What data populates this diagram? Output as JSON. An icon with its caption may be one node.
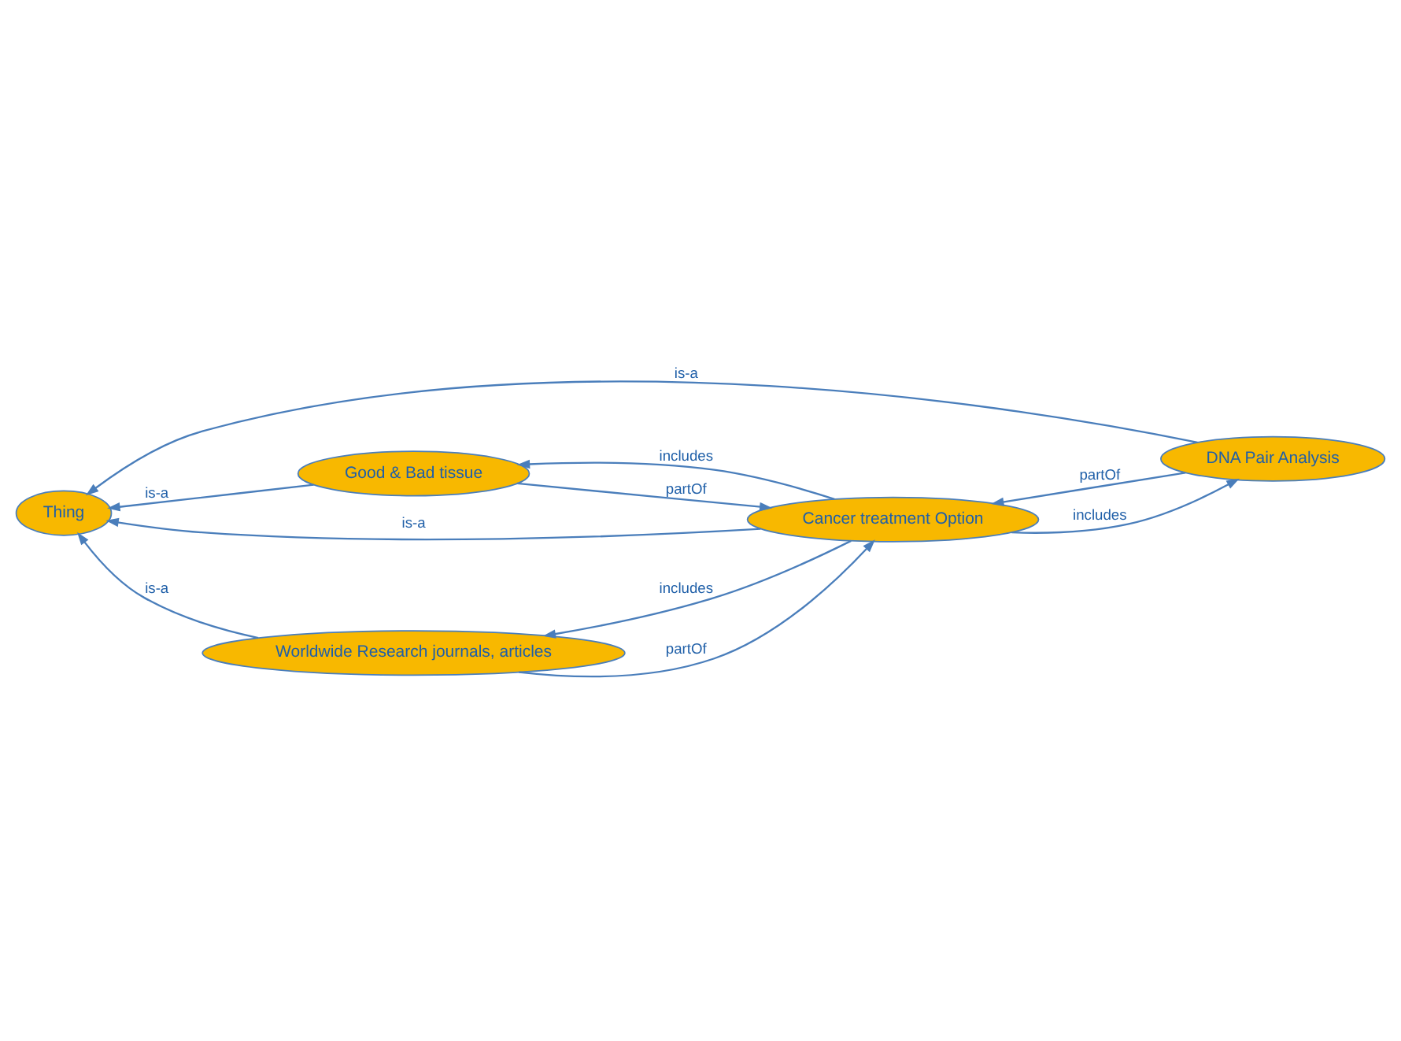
{
  "diagram": {
    "nodes": [
      {
        "text": [
          "DNA Pair Analysis"
        ]
      },
      {
        "text": [
          "Good & Bad tissue"
        ]
      },
      {
        "text": [
          "Thing"
        ]
      },
      {
        "text": [
          "Cancer treatment Option"
        ]
      },
      {
        "text": [
          "Worldwide Research journals, articles"
        ]
      }
    ],
    "edges": [
      {
        "from": 0,
        "to": 2,
        "arrow": "to",
        "label": "is-a"
      },
      {
        "from": 1,
        "to": 2,
        "arrow": "to",
        "label": "is-a"
      },
      {
        "from": 3,
        "to": 1,
        "arrow": "to",
        "label": "includes"
      },
      {
        "from": 1,
        "to": 3,
        "arrow": "to",
        "label": "partOf"
      },
      {
        "from": 3,
        "to": 0,
        "arrow": "to",
        "label": "includes"
      },
      {
        "from": 0,
        "to": 3,
        "arrow": "to",
        "label": "partOf"
      },
      {
        "from": 3,
        "to": 2,
        "arrow": "to",
        "label": "is-a"
      },
      {
        "from": 4,
        "to": 3,
        "arrow": "to",
        "label": "partOf"
      },
      {
        "from": 3,
        "to": 4,
        "arrow": "to",
        "label": "includes"
      },
      {
        "from": 4,
        "to": 2,
        "arrow": "to",
        "label": "is-a"
      }
    ]
  }
}
